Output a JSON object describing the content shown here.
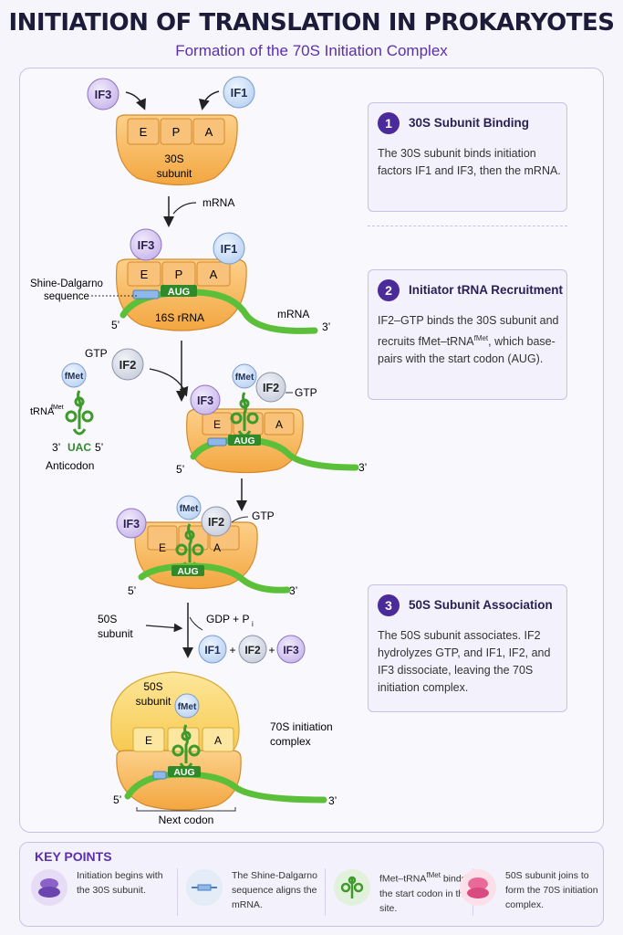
{
  "header": {
    "title": "INITIATION OF TRANSLATION IN PROKARYOTES",
    "subtitle": "Formation of the 70S Initiation Complex"
  },
  "diagram": {
    "sites": {
      "e": "E",
      "p": "P",
      "a": "A"
    },
    "if1": "IF1",
    "if2": "IF2",
    "if3": "IF3",
    "fmet": "fMet",
    "aug": "AUG",
    "gtp": "GTP",
    "gdp": "GDP + P",
    "gdp_sub": "i",
    "plus": "+",
    "five_prime": "5’",
    "three_prime": "3’",
    "s30_line1": "30S",
    "s30_line2": "subunit",
    "mrna": "mRNA",
    "shine_line1": "Shine-Dalgarno",
    "shine_line2": "sequence",
    "rrna16s": "16S rRNA",
    "trna_label": "tRNA",
    "trna_sup": "fMet",
    "uac": "UAC",
    "anticodon": "Anticodon",
    "s50_line1": "50S",
    "s50_line2": "subunit",
    "complex_line1": "70S initiation",
    "complex_line2": "complex",
    "next_codon": "Next codon"
  },
  "steps": [
    {
      "num": "1",
      "title": "30S Subunit Binding",
      "body": "The 30S subunit binds initiation factors IF1 and IF3, then the mRNA."
    },
    {
      "num": "2",
      "title": "Initiator tRNA Recruitment",
      "body_pre": "IF2–GTP binds the 30S subunit and recruits fMet–tRNA",
      "body_sup": "fMet",
      "body_post": ", which base-pairs with the start codon (AUG)."
    },
    {
      "num": "3",
      "title": "50S Subunit Association",
      "body": "The 50S subunit associates. IF2 hydrolyzes GTP, and IF1, IF2, and IF3 dissociate, leaving the 70S initiation complex."
    }
  ],
  "key_points": {
    "title": "KEY POINTS",
    "items": [
      {
        "text": "Initiation begins with the 30S subunit.",
        "icon": "ribosome-icon"
      },
      {
        "text": "The Shine-Dalgarno sequence aligns the mRNA.",
        "icon": "mrna-sequence-icon"
      },
      {
        "text_pre": "fMet–tRNA",
        "text_sup": "fMet",
        "text_post": " binds the start codon in the P site.",
        "icon": "trna-icon"
      },
      {
        "text": "50S subunit joins to form the 70S initiation complex.",
        "icon": "ribosome-complex-icon"
      }
    ]
  },
  "colors": {
    "ribosome_small": "#f6b25a",
    "ribosome_large": "#fbd76e",
    "mrna": "#5cbf3a",
    "aug": "#2f8a2a",
    "if1": "#c9ddf6",
    "if3": "#d7c8ef",
    "accent": "#5b2fae"
  }
}
